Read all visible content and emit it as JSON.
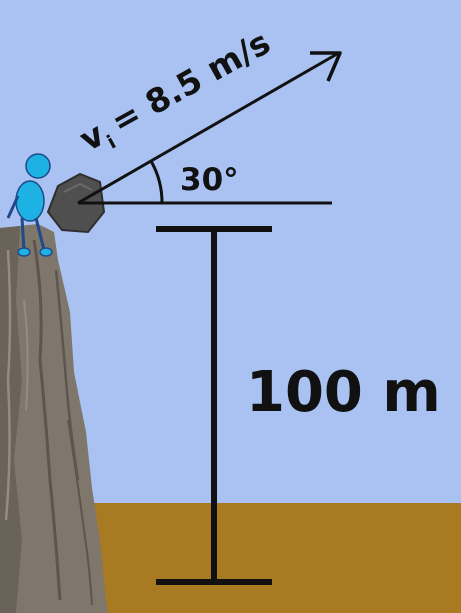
{
  "labels": {
    "velocity_symbol": "v",
    "velocity_subscript": "i",
    "velocity_value": "= 8.5 m/s",
    "angle": "30°",
    "height": "100 m"
  },
  "colors": {
    "sky": "#a9c2f2",
    "ground": "#a87a22",
    "cliff": "#7f776c",
    "cliff_shadow": "#5d564e",
    "rock": "#4f4f4f",
    "figure": "#1eb2e4",
    "line": "#111111"
  },
  "icons": [
    "stick-figure-icon",
    "rock-icon",
    "cliff-icon"
  ]
}
